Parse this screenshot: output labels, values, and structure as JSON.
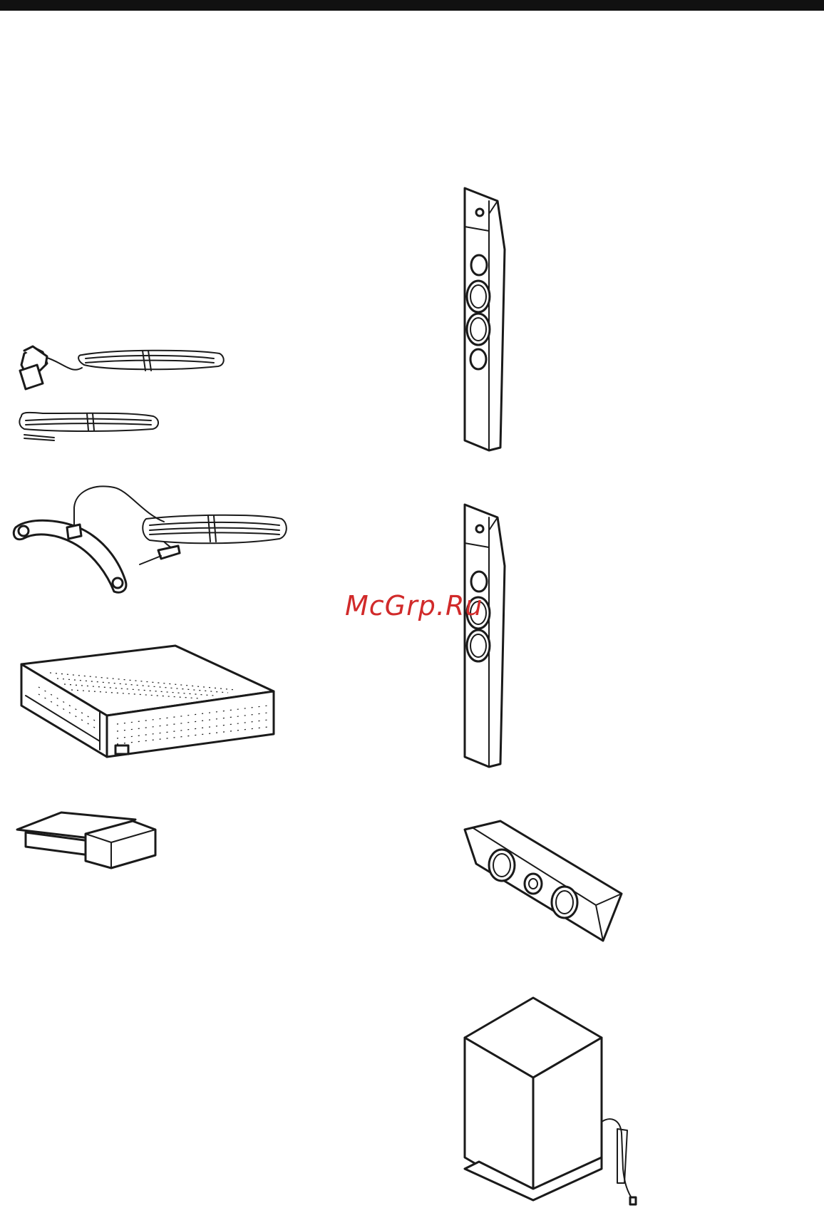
{
  "page": {
    "header_bar_color": "#111111"
  },
  "watermark": {
    "text": "McGrp.Ru",
    "color": "#d12a2a"
  },
  "illustrations": [
    {
      "id": "fm-antenna",
      "icon": "fm-antenna-cable-icon"
    },
    {
      "id": "speaker-cable",
      "icon": "speaker-cable-icon"
    },
    {
      "id": "calibration-mic",
      "icon": "calibration-microphone-icon"
    },
    {
      "id": "wireless-rear-receiver",
      "icon": "wireless-receiver-box-icon"
    },
    {
      "id": "wireless-dongle",
      "icon": "wireless-dongle-icon"
    },
    {
      "id": "front-tower-speaker",
      "icon": "tower-speaker-icon"
    },
    {
      "id": "rear-tower-speaker",
      "icon": "tower-speaker-icon"
    },
    {
      "id": "center-speaker",
      "icon": "center-speaker-icon"
    },
    {
      "id": "subwoofer",
      "icon": "subwoofer-icon"
    }
  ]
}
